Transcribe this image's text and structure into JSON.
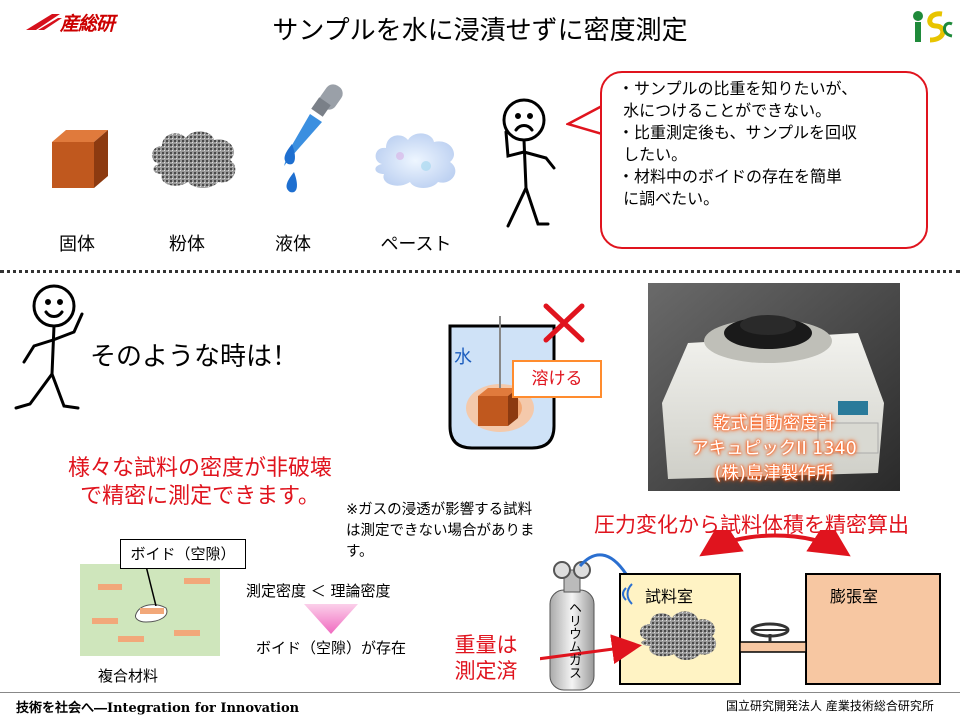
{
  "header": {
    "logo_text": "産総研",
    "title": "サンプルを水に浸漬せずに密度測定"
  },
  "sample_types": {
    "solid": "固体",
    "powder": "粉体",
    "liquid": "液体",
    "paste": "ペースト"
  },
  "speech_bubble": {
    "lines": [
      "・サンプルの比重を知りたいが、",
      " 水につけることができない。",
      "・比重測定後も、サンプルを回収",
      " したい。",
      "・材料中のボイドの存在を簡単",
      " に調べたい。"
    ]
  },
  "solution": {
    "sono_text": "そのような時は！",
    "water_label": "水",
    "dissolve_label": "溶ける",
    "red_message_line1": "様々な試料の密度が非破壊",
    "red_message_line2": "で精密に測定できます。",
    "gas_note": "※ガスの浸透が影響する試料は測定できない場合があります。"
  },
  "instrument": {
    "caption_line1": "乾式自動密度計",
    "caption_line2": "アキュピックII 1340",
    "caption_line3": "(株)島津製作所"
  },
  "principle": {
    "pressure_text": "圧力変化から試料体積を精密算出",
    "sample_room": "試料室",
    "expansion_room": "膨張室",
    "helium_gas": "ヘリウムガス",
    "weight_line1": "重量は",
    "weight_line2": "測定済"
  },
  "void_diagram": {
    "void_label": "ボイド（空隙）",
    "composite_label": "複合材料",
    "density_compare": "測定密度 ＜ 理論密度",
    "void_exists": "ボイド（空隙）が存在"
  },
  "footer": {
    "left": "技術を社会へ―Integration for Innovation",
    "right": "国立研究開発法人 産業技術総合研究所"
  },
  "colors": {
    "accent_red": "#e0141e",
    "orange": "#ff8c2e",
    "water_blue": "#cfe2f7"
  }
}
